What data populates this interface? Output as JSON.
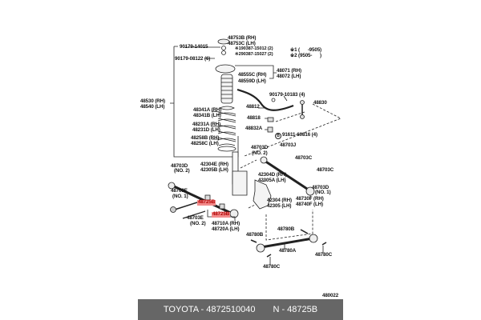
{
  "diagram_labels": {
    "l48753b": "48753B (RH)",
    "l48753c": "48753C (LH)",
    "l90179_14015": "90179-14015",
    "l90387_15012": "※190387-15012 (2)",
    "l90387_15027": "※290387-15027 (2)",
    "note1": "※1 (      -9505)",
    "note2": "※2 (9505-      )",
    "l90179_08122": "90179-08122 (6)",
    "l48071": "48071 (RH)",
    "l48072": "48072 (LH)",
    "l48555c": "48555C (RH)",
    "l48559d": "48559D (LH)",
    "l48530": "48530 (RH)",
    "l48540": "48540 (LH)",
    "l90179_10183": "90179-10183 (4)",
    "l48812": "48812",
    "l48830": "48830",
    "l48341a": "48341A (RH)",
    "l48341b": "48341B (LH)",
    "l48818": "48818",
    "l48231a": "48231A (RH)",
    "l48231d": "48231D (LH)",
    "l48832a": "48832A",
    "l91611": "91611-60816 (4)",
    "b_mark": "B",
    "l48258b": "48258B (RH)",
    "l48258c": "48258C (LH)",
    "l48703d_a": "48703D",
    "l48703d_a_no": "(NO. 2)",
    "l48703j": "48703J",
    "l48703c_a": "48703C",
    "l48703d_b": "48703D",
    "l48703d_b_no": "(NO. 2)",
    "l42304e": "42304E (RH)",
    "l42305b": "42305B (LH)",
    "l48703c_b": "48703C",
    "l42304d": "42304D (RH)",
    "l42305a": "42305A (LH)",
    "l48703d_c": "48703D",
    "l48703d_c_no": "(NO. 1)",
    "l48703e_a": "48703E",
    "l48703e_a_no": "(NO. 1)",
    "l48725b_a": "48725B",
    "l48725b_b": "48725B",
    "l42304": "42304 (RH)",
    "l42305": "42305 (LH)",
    "l48730f": "48730F (RH)",
    "l48740f": "48740F (LH)",
    "l48703e_b": "48703E",
    "l48703e_b_no": "(NO. 2)",
    "l48710a": "48710A (RH)",
    "l48720a": "48720A (LH)",
    "l48780b_a": "48780B",
    "l48780b_b": "48780B",
    "l48780a": "48780A",
    "l48780c_a": "48780C",
    "l48780c_b": "48780C",
    "code": "480022"
  },
  "footer": {
    "part": "TOYOTA - 4872510040",
    "number": "N - 48725B"
  },
  "colors": {
    "highlight": "#f28b8b",
    "footer_bg": "#666666"
  }
}
